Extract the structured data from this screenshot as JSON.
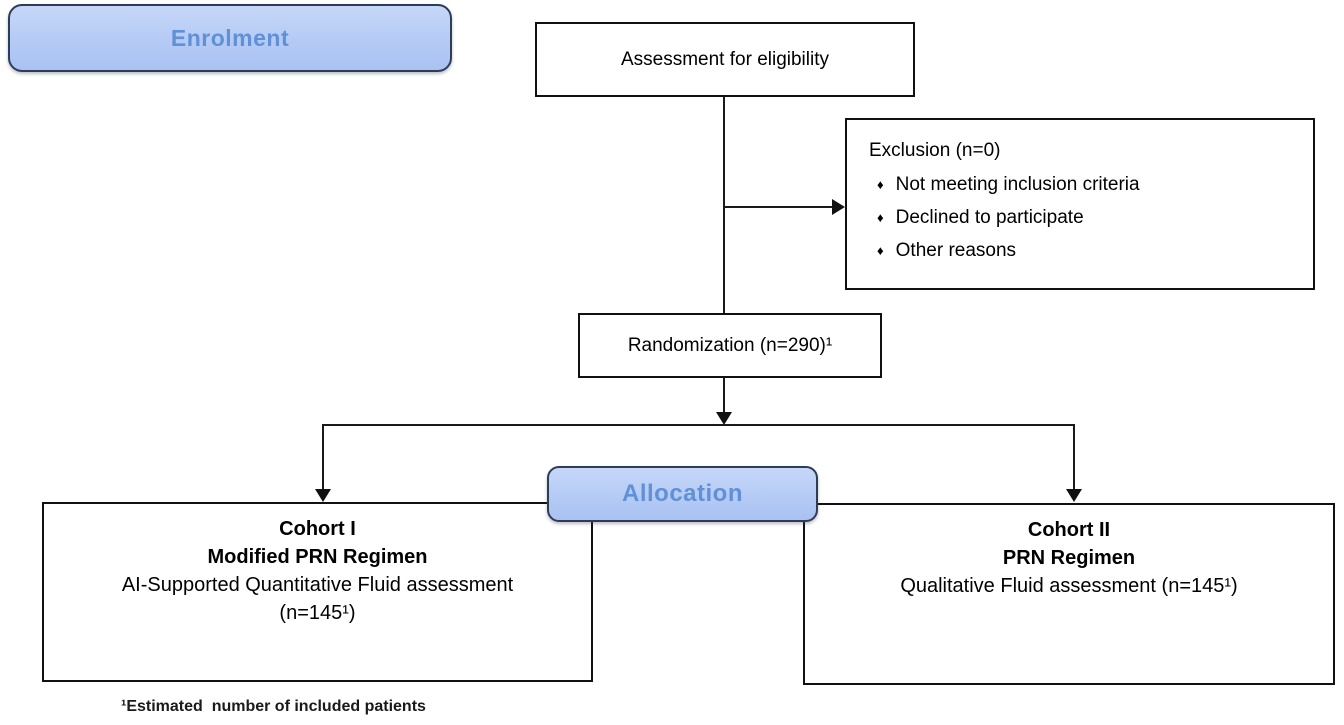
{
  "banners": {
    "enrolment": "Enrolment",
    "allocation": "Allocation"
  },
  "assessment": {
    "text": "Assessment for eligibility"
  },
  "exclusion": {
    "title": "Exclusion (n=0)",
    "bullet": "♦",
    "items": [
      "Not meeting inclusion criteria",
      "Declined to participate",
      "Other reasons"
    ]
  },
  "randomization": {
    "text": "Randomization (n=290)¹"
  },
  "cohort1": {
    "line1": "Cohort I",
    "line2": "Modified PRN Regimen",
    "line3": "AI-Supported Quantitative Fluid assessment",
    "line4": "(n=145¹)"
  },
  "cohort2": {
    "line1": "Cohort II",
    "line2": "PRN Regimen",
    "line3": "Qualitative Fluid assessment (n=145¹)"
  },
  "footnote": "¹Estimated  number of included patients",
  "colors": {
    "banner_fill": "#b5cbf5",
    "banner_border": "#2f3c57",
    "banner_text": "#6090d6",
    "box_border": "#111111",
    "connector": "#1a1a1a",
    "text": "#000000",
    "background": "#ffffff"
  }
}
